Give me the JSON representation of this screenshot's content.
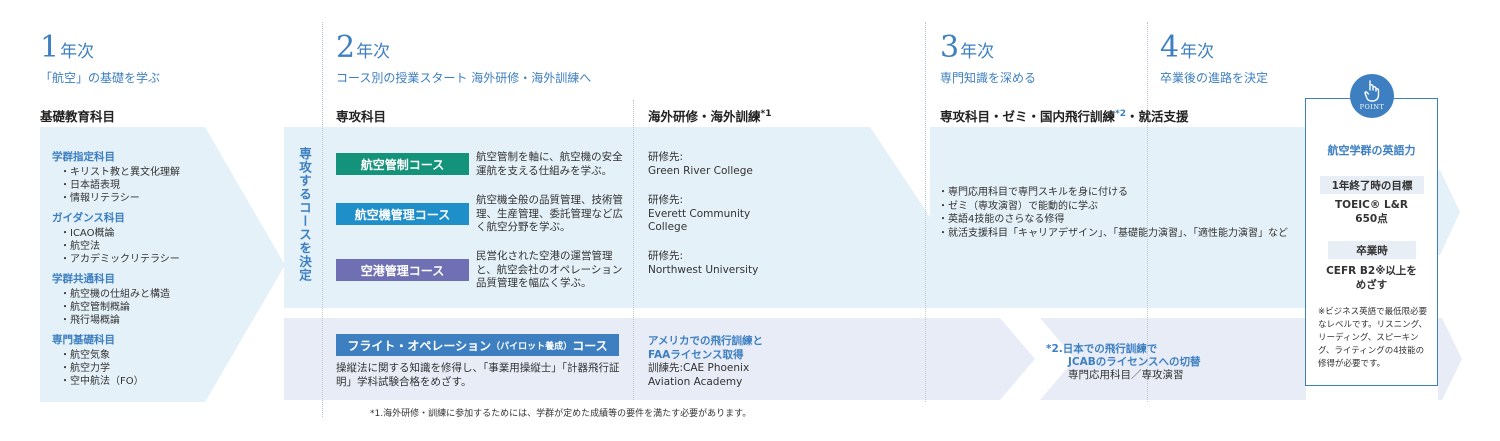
{
  "years": [
    {
      "num": "1",
      "suffix": "年次",
      "subtitle": "「航空」の基礎を学ぶ"
    },
    {
      "num": "2",
      "suffix": "年次",
      "subtitle": "コース別の授業スタート 海外研修・海外訓練へ"
    },
    {
      "num": "3",
      "suffix": "年次",
      "subtitle": "専門知識を深める"
    },
    {
      "num": "4",
      "suffix": "年次",
      "subtitle": "卒業後の進路を決定"
    }
  ],
  "year1": {
    "heading": "基礎教育科目",
    "groups": [
      {
        "title": "学群指定科目",
        "items": [
          "・キリスト教と異文化理解",
          "・日本語表現",
          "・情報リテラシー"
        ]
      },
      {
        "title": "ガイダンス科目",
        "items": [
          "・ICAO概論",
          "・航空法",
          "・アカデミックリテラシー"
        ]
      },
      {
        "title": "学群共通科目",
        "items": [
          "・航空機の仕組みと構造",
          "・航空管制概論",
          "・飛行場概論"
        ]
      },
      {
        "title": "専門基礎科目",
        "items": [
          "・航空気象",
          "・航空力学",
          "・空中航法（FO）"
        ]
      }
    ]
  },
  "year2": {
    "vertical_label": "専攻するコースを決定",
    "major_heading": "専攻科目",
    "abroad_heading": "海外研修・海外訓練",
    "abroad_note_mark": "*1",
    "courses": [
      {
        "label": "航空管制コース",
        "color": "#13937a",
        "desc": "航空管制を軸に、航空機の安全運航を支える仕組みを学ぶ。",
        "dest_label": "研修先:",
        "dest_name": "Green River College"
      },
      {
        "label": "航空機管理コース",
        "color": "#1f8fc9",
        "desc": "航空機全般の品質管理、技術管理、生産管理、委託管理など広く航空分野を学ぶ。",
        "dest_label": "研修先:",
        "dest_name": "Everett Community College"
      },
      {
        "label": "空港管理コース",
        "color": "#6f70b3",
        "desc": "民営化された空港の運営管理と、航空会社のオペレーション品質管理を幅広く学ぶ。",
        "dest_label": "研修先:",
        "dest_name": "Northwest University"
      }
    ],
    "flight": {
      "label_main": "フライト・オペレーション",
      "label_paren": "（パイロット養成）",
      "label_tail": "コース",
      "color": "#3d7fc1",
      "desc": "操縦法に関する知識を修得し、「事業用操縦士」「計器飛行証明」学科試験合格をめざす。",
      "training_title": "アメリカでの飛行訓練とFAAライセンス取得",
      "training_dest": "訓練先:CAE Phoenix Aviation Academy"
    }
  },
  "year34": {
    "heading": "専攻科目・ゼミ・国内飛行訓練",
    "heading_mark": "*2",
    "heading_tail": "・就活支援",
    "items": [
      "・専門応用科目で専門スキルを身に付ける",
      "・ゼミ（専攻演習）で能動的に学ぶ",
      "・英語4技能のさらなる修得",
      "・就活支援科目「キャリアデザイン」、「基礎能力演習」、「適性能力演習」など"
    ],
    "flight_note_line1": "*2.日本での飛行訓練で",
    "flight_note_line2": "JCABのライセンスへの切替",
    "flight_note_line3": "専門応用科目／専攻演習"
  },
  "point": {
    "badge": "POINT",
    "title": "航空学群の英語力",
    "goal_label": "1年終了時の目標",
    "goal_value_line1": "TOEIC® L&R",
    "goal_value_line2": "650点",
    "grad_label": "卒業時",
    "grad_value_line1": "CEFR B2※以上を",
    "grad_value_line2": "めざす",
    "note": "※ビジネス英語で最低限必要なレベルです。リスニング、リーディング、スピーキング、ライティングの4技能の修得が必要です。"
  },
  "footnote": "*1.海外研修・訓練に参加するためには、学群が定めた成績等の要件を満たす必要があります。",
  "colors": {
    "accent": "#3d7fc1",
    "band_light": "#e4f1f9",
    "band_flight": "#e7ecf7"
  }
}
